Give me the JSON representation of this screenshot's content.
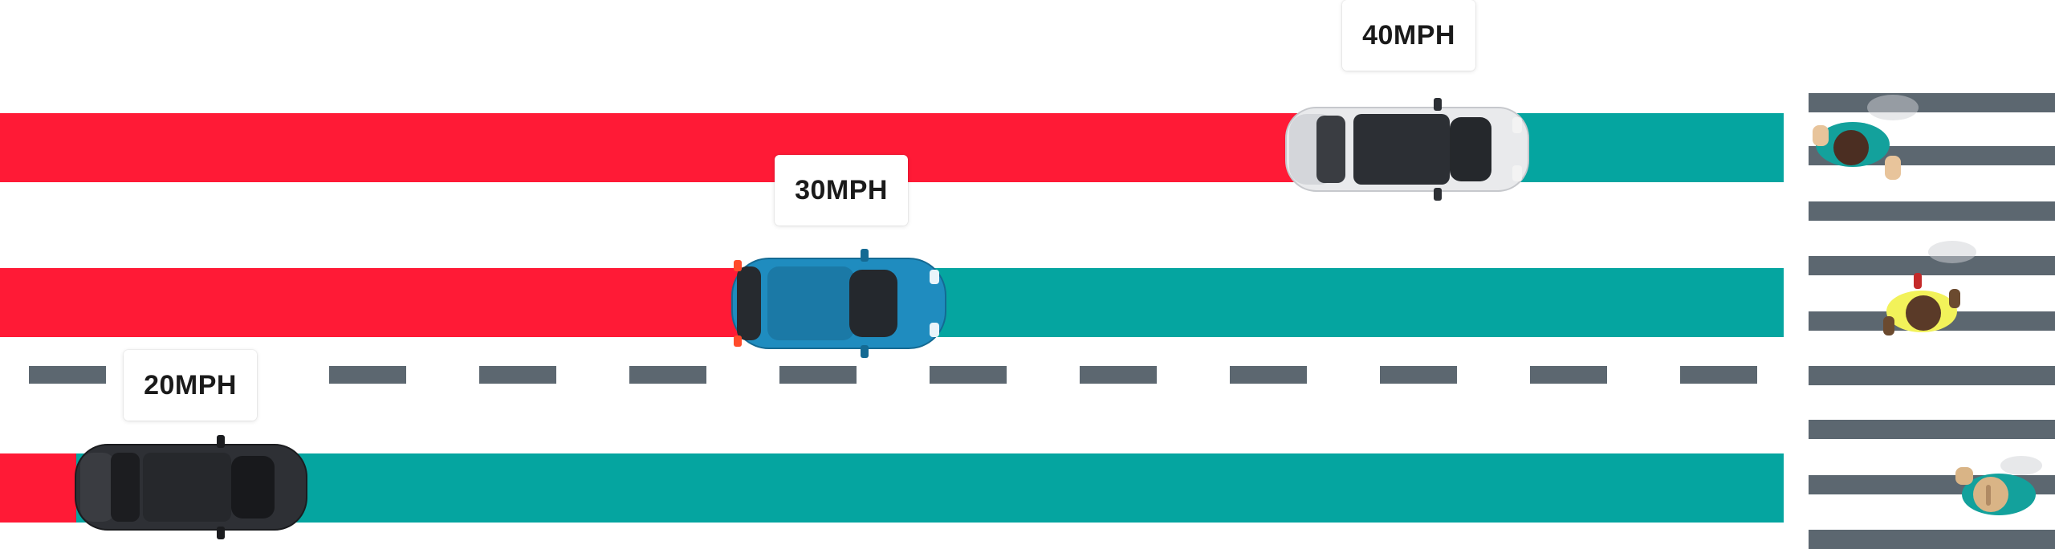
{
  "colors": {
    "stopping_zone": "#ff1a36",
    "lane": "#05a5a0",
    "road_marking": "#5c6770",
    "crosswalk": "#5c6770"
  },
  "cars": [
    {
      "speed_label": "40MPH",
      "color": "#e9eaec"
    },
    {
      "speed_label": "30MPH",
      "color": "#1f8cbf"
    },
    {
      "speed_label": "20MPH",
      "color": "#2e3035"
    }
  ],
  "pedestrians": [
    {
      "shirt_color": "#13a19c"
    },
    {
      "shirt_color": "#f2f25a"
    },
    {
      "shirt_color": "#13a19c"
    }
  ]
}
